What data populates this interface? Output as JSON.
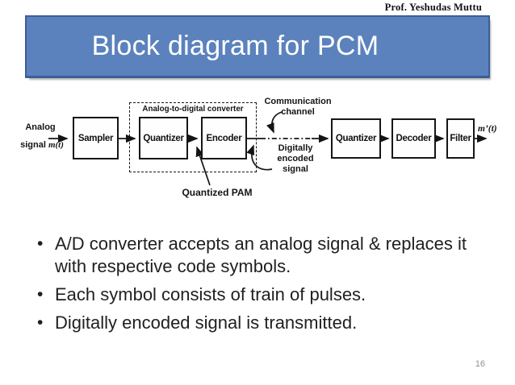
{
  "header": {
    "credit": "Prof. Yeshudas Muttu"
  },
  "title": "Block diagram for PCM",
  "colors": {
    "banner_fill": "#5b82bd",
    "banner_border": "#3a5f98",
    "diagram_ink": "#141414",
    "body_text": "#1f1f1f"
  },
  "diagram": {
    "input_label_line1": "Analog",
    "input_label_line2_prefix": "signal ",
    "input_label_math": "m(t)",
    "adc_group_label": "Analog-to-digital converter",
    "boxes": {
      "sampler": "Sampler",
      "quantizer_tx": "Quantizer",
      "encoder": "Encoder",
      "quantizer_rx": "Quantizer",
      "decoder": "Decoder",
      "filter": "Filter"
    },
    "channel_label_line1": "Communication",
    "channel_label_line2": "channel",
    "digitally_label_line1": "Digitally",
    "digitally_label_line2": "encoded",
    "digitally_label_line3": "signal",
    "quantized_pam_label": "Quantized PAM",
    "output_label": "m’(t)"
  },
  "bullets": [
    "A/D converter accepts an analog signal & replaces it with respective code symbols.",
    "Each symbol consists of train of pulses.",
    "Digitally encoded signal is transmitted."
  ],
  "page_number": "16"
}
